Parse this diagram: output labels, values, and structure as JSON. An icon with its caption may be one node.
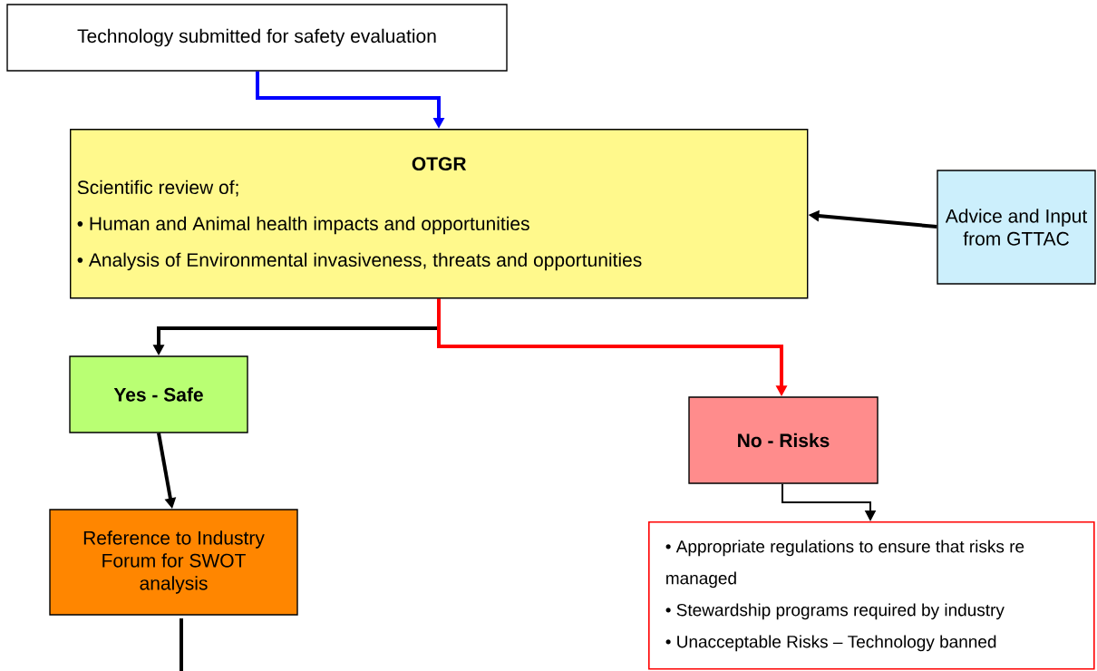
{
  "diagram": {
    "nodes": [
      {
        "text": [
          "Technology submitted for safety evaluation"
        ]
      },
      {
        "text": [
          "OTGR",
          "Scientific review of;",
          "• Human and Animal health impacts and opportunities",
          "• Analysis of Environmental invasiveness, threats and opportunities"
        ]
      },
      {
        "text": [
          "Advice and Input from GTTAC"
        ]
      },
      {
        "text": [
          "Yes - Safe"
        ]
      },
      {
        "text": [
          "No - Risks"
        ]
      },
      {
        "text": [
          "Reference to Industry Forum for SWOT analysis"
        ]
      },
      {
        "text": [
          "• Appropriate regulations to ensure that risks re managed",
          "• Stewardship programs required by industry",
          "• Unacceptable Risks – Technology banned"
        ]
      }
    ],
    "edges": [
      {
        "from": 0,
        "to": 1,
        "arrow": "to",
        "color": "#0000ff"
      },
      {
        "from": 2,
        "to": 1,
        "arrow": "to"
      },
      {
        "from": 1,
        "to": 3,
        "arrow": "to"
      },
      {
        "from": 1,
        "to": 4,
        "arrow": "to",
        "color": "#ff0000"
      },
      {
        "from": 3,
        "to": 5,
        "arrow": "to"
      },
      {
        "from": 4,
        "to": 6,
        "arrow": "to"
      },
      {
        "from": 5,
        "to": null,
        "arrow": "none"
      }
    ]
  }
}
